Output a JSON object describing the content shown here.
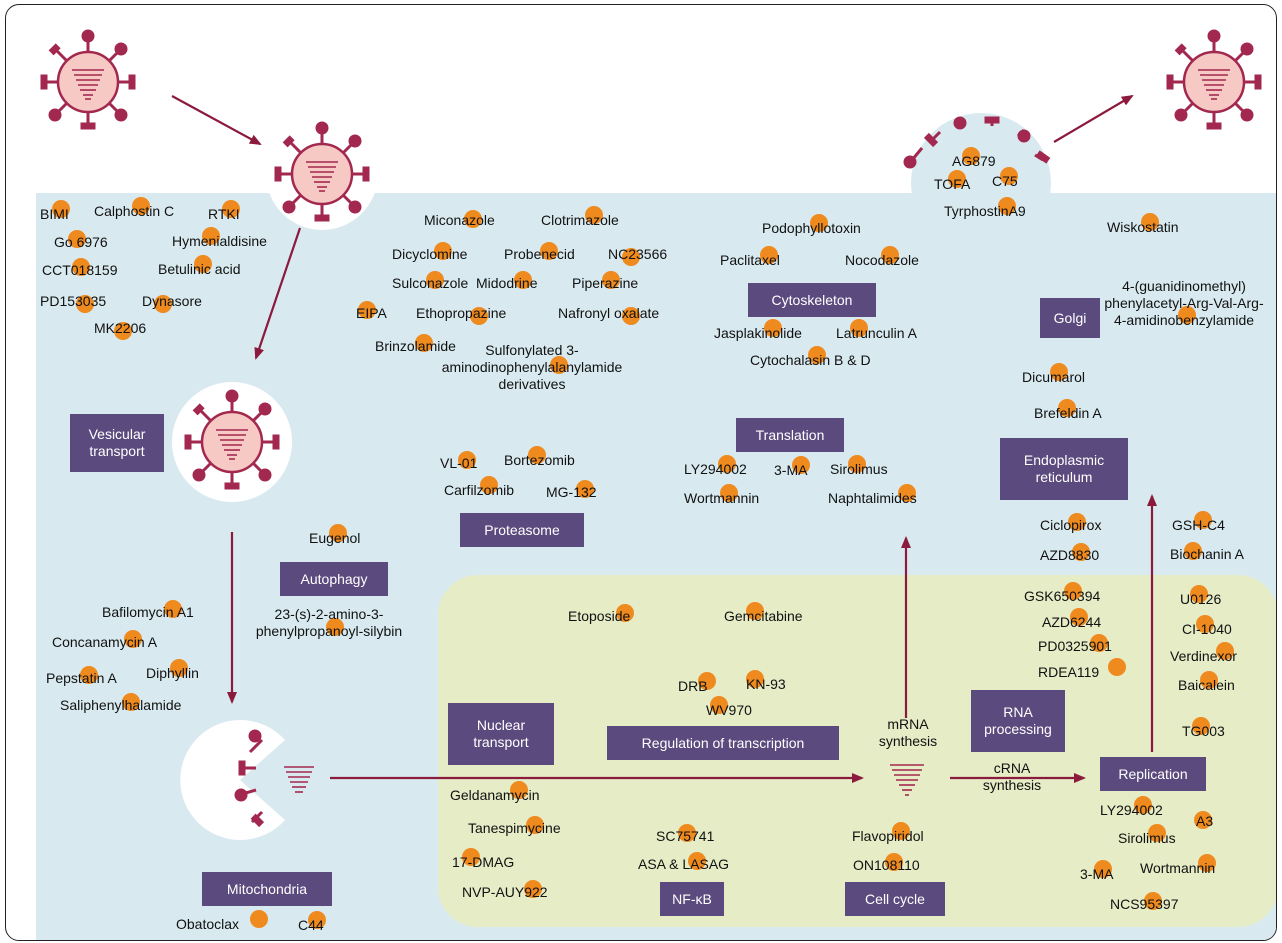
{
  "colors": {
    "cytoplasm": "#d8eaf0",
    "nucleus": "#e6ecc6",
    "box": "#5b4a7e",
    "dot": "#ef8a1e",
    "virus": "#a3284f",
    "virus_fill": "#f7c9c4",
    "arrow": "#8b1a3c"
  },
  "compartments": {
    "vesicular_transport": "Vesicular transport",
    "autophagy": "Autophagy",
    "mitochondria": "Mitochondria",
    "proteasome": "Proteasome",
    "cytoskeleton": "Cytoskeleton",
    "translation": "Translation",
    "golgi": "Golgi",
    "endoplasmic_reticulum": "Endoplasmic reticulum",
    "nuclear_transport": "Nuclear transport",
    "regulation_of_transcription": "Regulation of transcription",
    "rna_processing": "RNA processing",
    "replication": "Replication",
    "nf_kb": "NF-κB",
    "cell_cycle": "Cell cycle"
  },
  "labels": {
    "mrna_synthesis": "mRNA synthesis",
    "crna_synthesis": "cRNA synthesis"
  },
  "drugs": {
    "entry": [
      "BIMI",
      "Calphostin C",
      "RTKI",
      "Go 6976",
      "Hymenialdisine",
      "CCT018159",
      "Betulinic acid",
      "PD153035",
      "Dynasore",
      "MK2206"
    ],
    "entry_central": [
      "Miconazole",
      "Clotrimazole",
      "Dicyclomine",
      "Probenecid",
      "NC23566",
      "Sulconazole",
      "Midodrine",
      "Piperazine",
      "EIPA",
      "Ethopropazine",
      "Nafronyl oxalate",
      "Brinzolamide",
      "Sulfonylated 3-aminodinophenylalanylamide derivatives"
    ],
    "cytoskeleton": [
      "Podophyllotoxin",
      "Paclitaxel",
      "Nocodazole",
      "Jasplakinolide",
      "Latrunculin A",
      "Cytochalasin B & D"
    ],
    "budding": [
      "AG879",
      "TOFA",
      "C75",
      "TyrphostinA9"
    ],
    "golgi": [
      "Wiskostatin",
      "4-(guanidinomethyl) phenylacetyl-Arg-Val-Arg-4-amidinobenzylamide"
    ],
    "er": [
      "Dicumarol",
      "Brefeldin A"
    ],
    "proteasome": [
      "VL-01",
      "Bortezomib",
      "Carfilzomib",
      "MG-132"
    ],
    "translation": [
      "LY294002",
      "3-MA",
      "Sirolimus",
      "Wortmannin",
      "Naphtalimides"
    ],
    "autophagy": [
      "Eugenol",
      "23-(s)-2-amino-3-phenylpropanoyl-silybin"
    ],
    "endosome": [
      "Bafilomycin A1",
      "Concanamycin A",
      "Pepstatin A",
      "Diphyllin",
      "Saliphenylhalamide"
    ],
    "mitochondria": [
      "Obatoclax",
      "C44"
    ],
    "nucleus_top": [
      "Etoposide",
      "Gemcitabine"
    ],
    "transcription": [
      "DRB",
      "KN-93",
      "WV970"
    ],
    "nuclear_transport": [
      "Geldanamycin",
      "Tanespimycine",
      "17-DMAG",
      "NVP-AUY922"
    ],
    "nf_kb": [
      "SC75741",
      "ASA & LASAG"
    ],
    "cell_cycle": [
      "Flavopiridol",
      "ON108110"
    ],
    "rna_processing": [
      "Ciclopirox",
      "AZD8830",
      "GSK650394",
      "AZD6244",
      "PD0325901",
      "RDEA119"
    ],
    "replication_right": [
      "GSH-C4",
      "Biochanin A",
      "U0126",
      "CI-1040",
      "Verdinexor",
      "Baicalein",
      "TG003"
    ],
    "replication_below": [
      "LY294002",
      "A3",
      "Sirolimus",
      "3-MA",
      "Wortmannin",
      "NCS95397"
    ]
  }
}
